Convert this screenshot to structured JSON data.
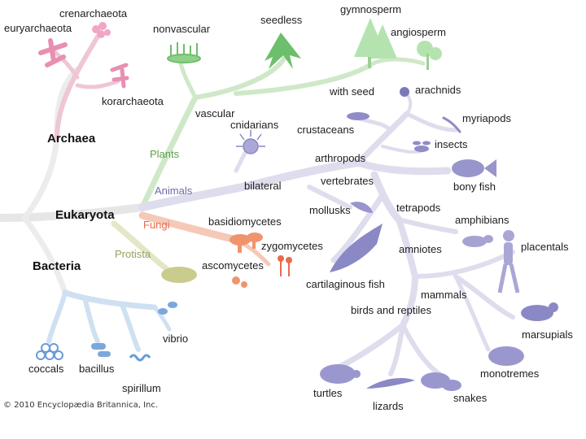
{
  "colors": {
    "archaea": "#e8a6bf",
    "plants": "#8fc98a",
    "animals": "#a9a8d6",
    "fungi": "#f08a6a",
    "protista": "#c9cc8c",
    "bacteria": "#8fb8e0",
    "trunk": "#e4e4e4"
  },
  "domains": {
    "archaea": "Archaea",
    "eukaryota": "Eukaryota",
    "bacteria": "Bacteria"
  },
  "kingdoms": {
    "plants": "Plants",
    "animals": "Animals",
    "fungi": "Fungi",
    "protista": "Protista"
  },
  "archaea_groups": {
    "crenarchaeota": "crenarchaeota",
    "euryarchaeota": "euryarchaeota",
    "korarchaeota": "korarchaeota"
  },
  "plant_groups": {
    "nonvascular": "nonvascular",
    "seedless": "seedless",
    "gymnosperm": "gymnosperm",
    "angiosperm": "angiosperm",
    "with_seed": "with seed",
    "vascular": "vascular"
  },
  "animal_groups": {
    "cnidarians": "cnidarians",
    "bilateral": "bilateral",
    "arthropods": "arthropods",
    "crustaceans": "crustaceans",
    "arachnids": "arachnids",
    "myriapods": "myriapods",
    "insects": "insects",
    "vertebrates": "vertebrates",
    "bony_fish": "bony fish",
    "mollusks": "mollusks",
    "tetrapods": "tetrapods",
    "amphibians": "amphibians",
    "amniotes": "amniotes",
    "placentals": "placentals",
    "cartilaginous_fish": "cartilaginous fish",
    "mammals": "mammals",
    "birds_and_reptiles": "birds and reptiles",
    "marsupials": "marsupials",
    "monotremes": "monotremes",
    "turtles": "turtles",
    "lizards": "lizards",
    "snakes": "snakes"
  },
  "fungi_groups": {
    "basidiomycetes": "basidiomycetes",
    "zygomycetes": "zygomycetes",
    "ascomycetes": "ascomycetes"
  },
  "bacteria_groups": {
    "coccals": "coccals",
    "bacillus": "bacillus",
    "spirillum": "spirillum",
    "vibrio": "vibrio"
  },
  "copyright": "© 2010 Encyclopædia Britannica, Inc."
}
